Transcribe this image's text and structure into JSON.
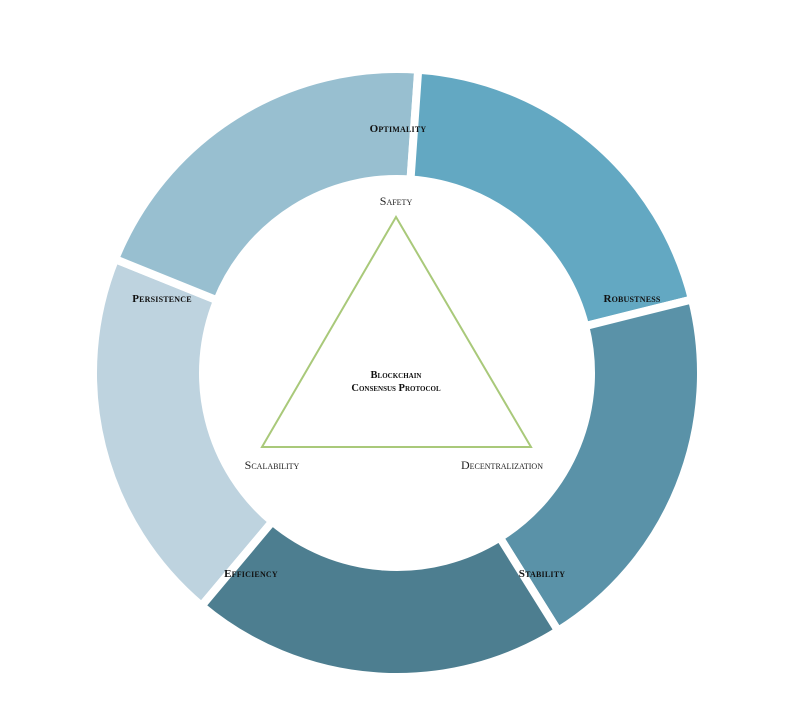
{
  "diagram": {
    "segments": [
      {
        "label": "Optimality",
        "color": "#bed3df"
      },
      {
        "label": "Robustness",
        "color": "#98bfd0"
      },
      {
        "label": "Stability",
        "color": "#63a8c2"
      },
      {
        "label": "Efficiency",
        "color": "#5a92a8"
      },
      {
        "label": "Persistence",
        "color": "#4d7e90"
      }
    ],
    "triangle": {
      "top": "Safety",
      "left": "Scalability",
      "right": "Decentralization",
      "color": "#a9c97a"
    },
    "center": {
      "line1": "Blockchain",
      "line2": "Consensus Protocol"
    }
  }
}
